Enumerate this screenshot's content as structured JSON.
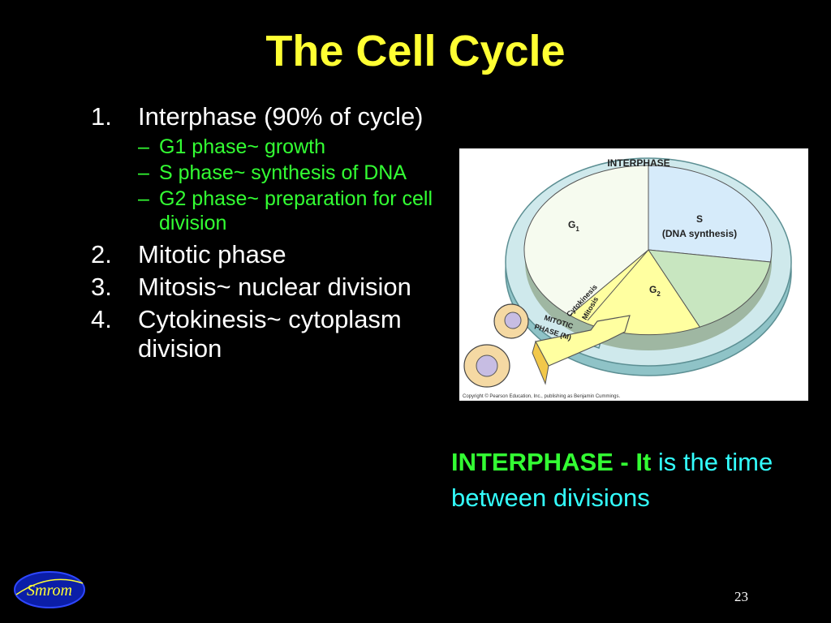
{
  "slide": {
    "title": "The Cell Cycle",
    "page_number": "23"
  },
  "outline": {
    "items": [
      {
        "number": "1.",
        "text": "Interphase (90% of cycle)",
        "subitems": [
          {
            "dash": "–",
            "text": "G1 phase~ growth"
          },
          {
            "dash": "–",
            "text": "S phase~ synthesis of DNA"
          },
          {
            "dash": "–",
            "text": "G2 phase~ preparation for cell division"
          }
        ]
      },
      {
        "number": "2.",
        "text": "Mitotic phase"
      },
      {
        "number": "3.",
        "text": "Mitosis~ nuclear division"
      },
      {
        "number": "4.",
        "text": "Cytokinesis~ cytoplasm division"
      }
    ]
  },
  "diagram": {
    "ring_label": "INTERPHASE",
    "g1_label": "G",
    "g1_sub": "1",
    "s_label": "S",
    "s_detail": "(DNA synthesis)",
    "g2_label": "G",
    "g2_sub": "2",
    "cytokinesis_label": "Cytokinesis",
    "mitosis_label": "Mitosis",
    "mitotic_line1": "MITOTIC",
    "mitotic_line2": "PHASE (M)",
    "copyright": "Copyright © Pearson Education, Inc., publishing as Benjamin Cummings."
  },
  "caption": {
    "bold": "INTERPHASE - It",
    "rest": " is the time between divisions"
  },
  "logo": {
    "text": "Smrom"
  },
  "colors": {
    "title": "#ffff33",
    "subitem": "#33ff33",
    "caption": "#33ffff",
    "s_phase": "#d6ebfa",
    "g2_phase": "#c8e6c0",
    "mitotic": "#ffffa0",
    "ring": "#cfe9ec"
  }
}
